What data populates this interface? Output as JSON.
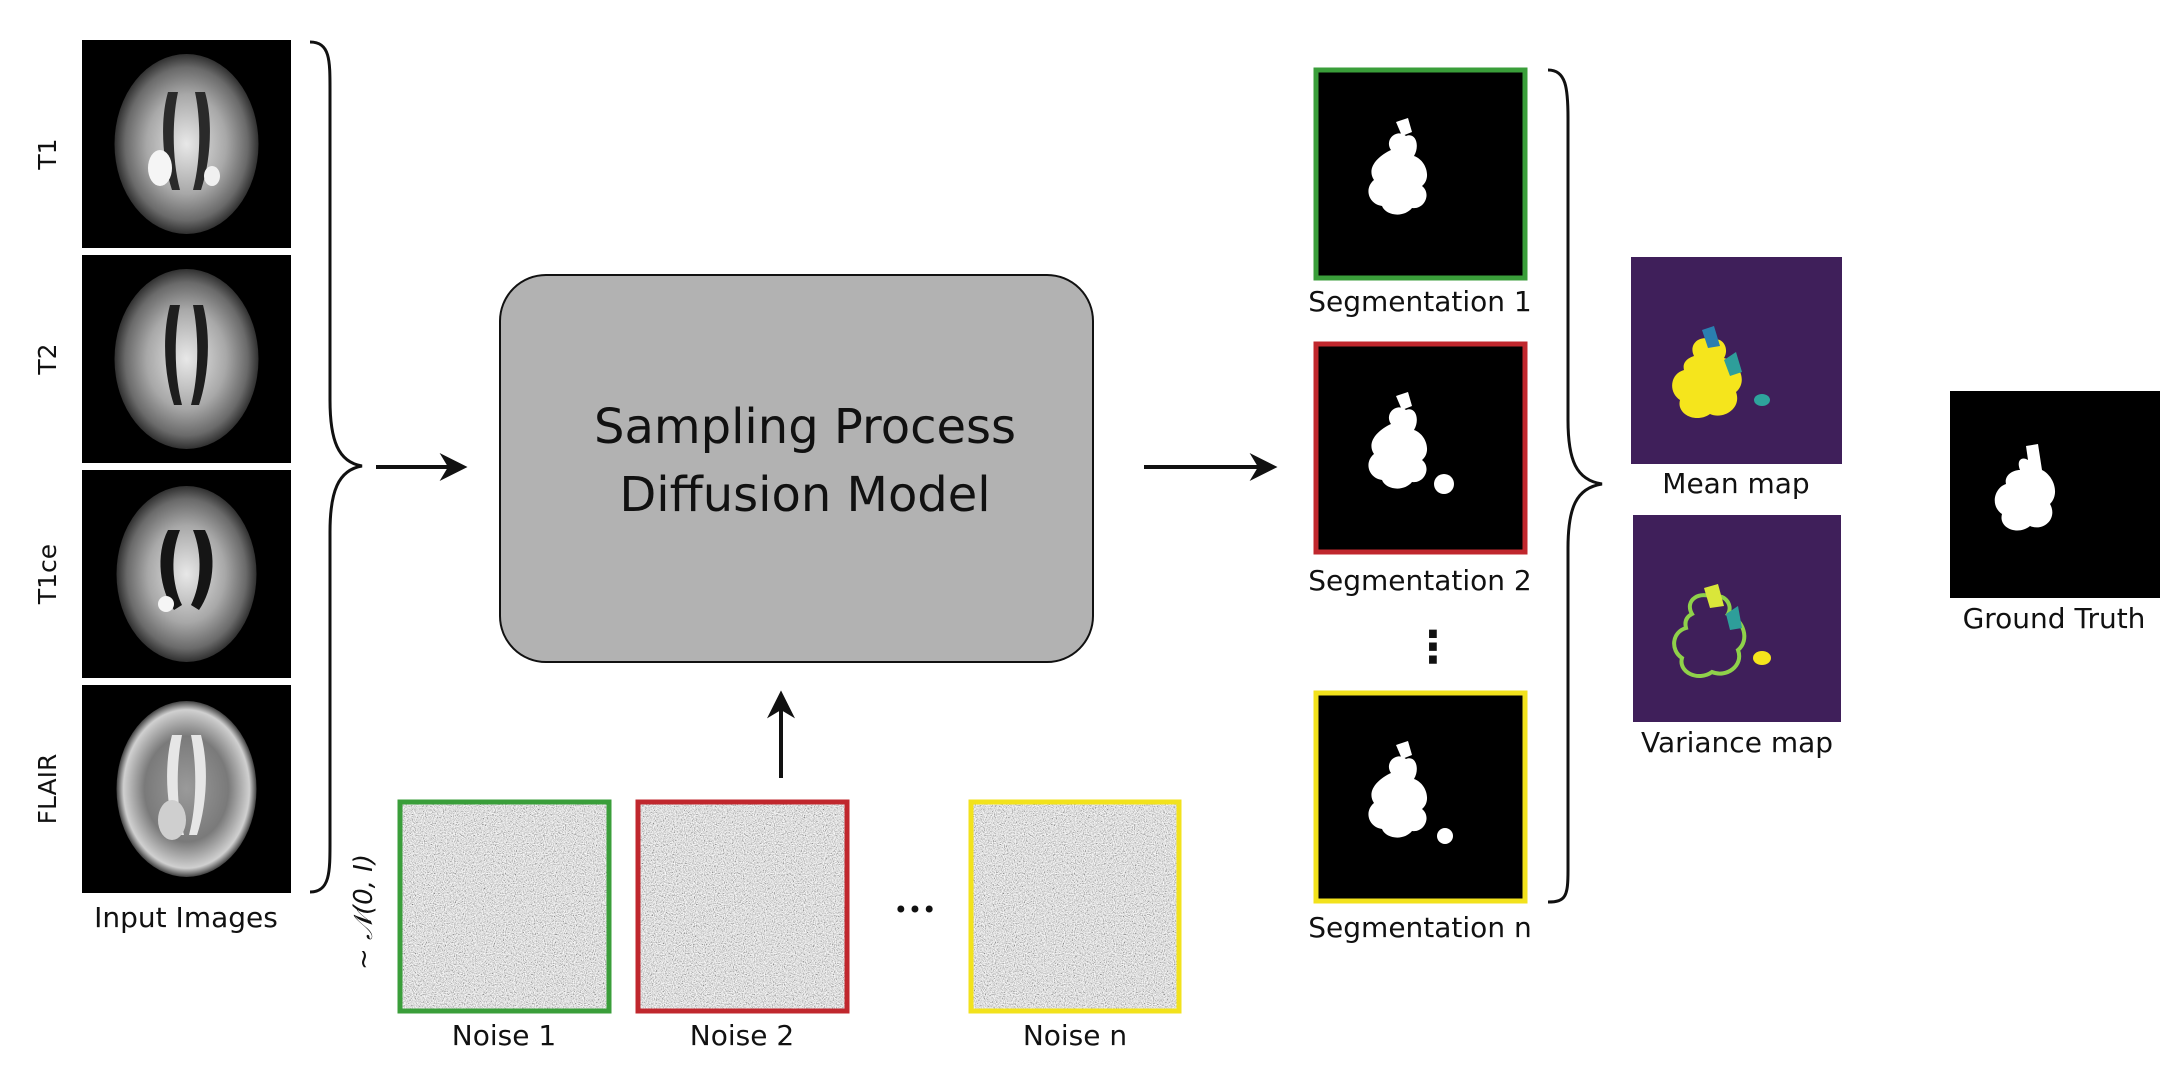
{
  "input": {
    "modalities": [
      "T1",
      "T2",
      "T1ce",
      "FLAIR"
    ],
    "caption": "Input Images"
  },
  "model": {
    "line1": "Sampling Process",
    "line2": "Diffusion Model",
    "fill": "#b2b2b2"
  },
  "noise": {
    "distribution": "~ 𝒩(0, I)",
    "items": [
      {
        "label": "Noise 1",
        "color": "#3a9e3a"
      },
      {
        "label": "Noise 2",
        "color": "#c0272d"
      },
      {
        "label": "Noise n",
        "color": "#f2e21c"
      }
    ],
    "ellipsis": "•••"
  },
  "segmentations": {
    "items": [
      {
        "label": "Segmentation 1",
        "color": "#3a9e3a"
      },
      {
        "label": "Segmentation 2",
        "color": "#c0272d"
      },
      {
        "label": "Segmentation n",
        "color": "#f2e21c"
      }
    ],
    "ellipsis": "⋮"
  },
  "maps": {
    "mean_label": "Mean map",
    "variance_label": "Variance map",
    "background": "#3f1f5a"
  },
  "ground_truth": {
    "label": "Ground Truth"
  }
}
